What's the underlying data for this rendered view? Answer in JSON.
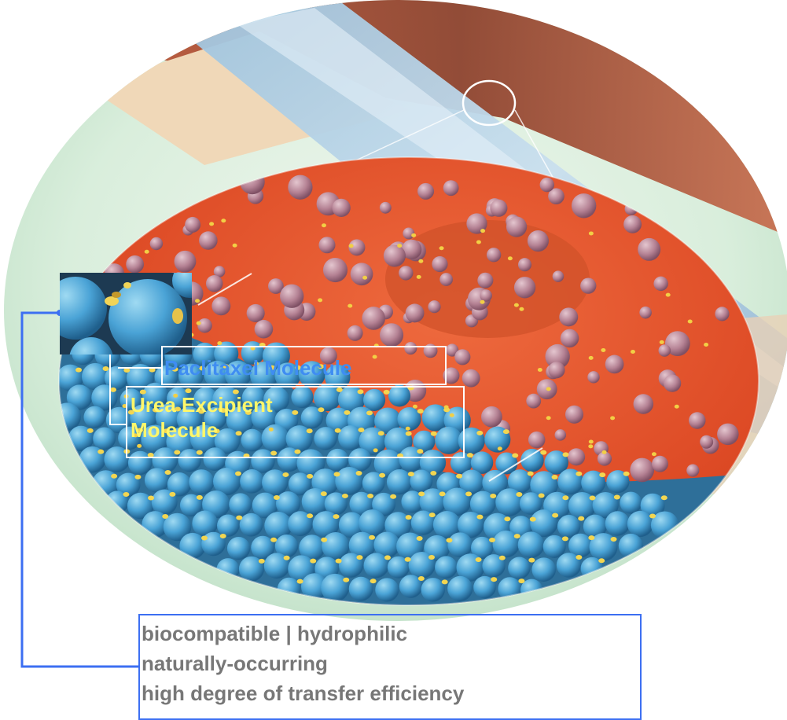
{
  "labels": {
    "paclitaxel": "Paclitaxel Molecule",
    "urea_line1": "Urea Excipient",
    "urea_line2": "Molecule"
  },
  "properties": [
    "biocompatible | hydrophilic",
    "naturally-occurring",
    "high degree of transfer efficiency"
  ],
  "colors": {
    "paclitaxel_text": "#3f8df2",
    "urea_text": "#fff76a",
    "properties_text": "#777777",
    "leader_line": "#3c6ff2",
    "drug_coating": "#e04a25",
    "urea_sphere": "#4aa3d6"
  }
}
